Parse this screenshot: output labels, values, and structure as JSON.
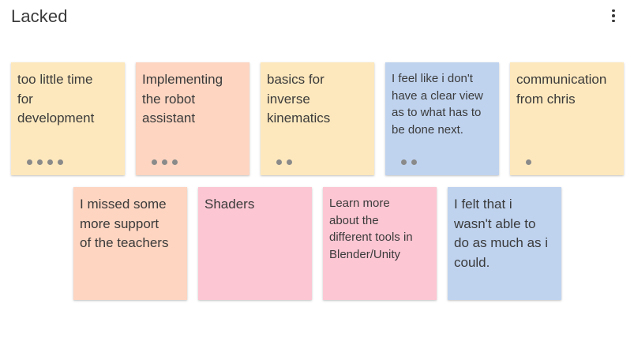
{
  "board": {
    "title": "Lacked",
    "menu_icon": "vertical-ellipsis-icon"
  },
  "colors": {
    "yellow": "#fde8bd",
    "orange": "#fdd5c1",
    "blue": "#bfd3ef",
    "pink": "#fcc6d3"
  },
  "notes": [
    {
      "text": "too little time\nfor\ndevelopment",
      "color": "yellow",
      "votes": 4
    },
    {
      "text": "Implementing\nthe robot\nassistant",
      "color": "orange",
      "votes": 3
    },
    {
      "text": "basics for\ninverse\nkinematics",
      "color": "yellow",
      "votes": 2
    },
    {
      "text": "I feel like i don't\nhave a clear view\nas to what has to\nbe done next.",
      "color": "blue",
      "votes": 2
    },
    {
      "text": "communication\nfrom chris",
      "color": "yellow",
      "votes": 1
    },
    {
      "text": "I missed some\nmore support\nof the teachers",
      "color": "orange",
      "votes": 0
    },
    {
      "text": "Shaders",
      "color": "pink",
      "votes": 0
    },
    {
      "text": "Learn more\nabout the\ndifferent tools in\nBlender/Unity",
      "color": "pink",
      "votes": 0
    },
    {
      "text": "I felt that i\nwasn't able to\ndo as much as i\ncould.",
      "color": "blue",
      "votes": 0
    }
  ]
}
